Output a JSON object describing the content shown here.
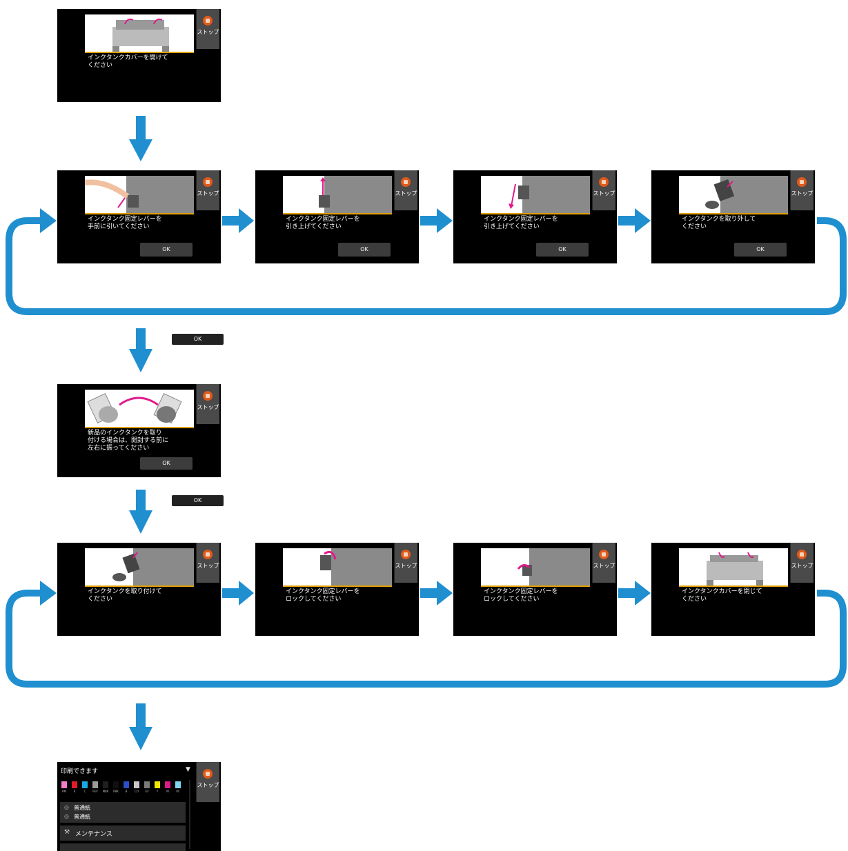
{
  "stop_label": "ストップ",
  "ok_label": "OK",
  "screens": {
    "open_cover": {
      "message": "インクタンクカバーを開けて\nください"
    },
    "pull_lever": {
      "message": "インクタンク固定レバーを\n手前に引いてください"
    },
    "lift_lever": {
      "message": "インクタンク固定レバーを\n引き上げてください"
    },
    "lift_lever2": {
      "message": "インクタンク固定レバーを\n引き上げてください"
    },
    "remove_tank": {
      "message": "インクタンクを取り外して\nください"
    },
    "shake_tank": {
      "message": "新品のインクタンクを取り\n付ける場合は、開封する前に\n左右に振ってください"
    },
    "insert_tank": {
      "message": "インクタンクを取り付けて\nください"
    },
    "lock_lever": {
      "message": "インクタンク固定レバーを\nロックしてください"
    },
    "lock_lever2": {
      "message": "インクタンク固定レバーを\nロックしてください"
    },
    "close_cover": {
      "message": "インクタンクカバーを閉じて\nください"
    }
  },
  "home": {
    "title": "印刷できます",
    "ink_labels": [
      "PM",
      "R",
      "C",
      "PGY",
      "MBK",
      "PBK",
      "B",
      "CO",
      "GY",
      "Y",
      "M",
      "PC"
    ],
    "ink_colors": [
      "#f07ec8",
      "#e01c2c",
      "#19a9e0",
      "#9a9a9a",
      "#202020",
      "#101010",
      "#2a4fc8",
      "#c8c8c8",
      "#7a7a7a",
      "#f2e600",
      "#e0198a",
      "#7fd6f0"
    ],
    "paper1": "普通紙",
    "paper2": "普通紙",
    "maintenance": "メンテナンス"
  },
  "colors": {
    "arrow": "#1f8fd0",
    "screen_bg": "#000000",
    "stop_icon": "#e05a1c"
  }
}
